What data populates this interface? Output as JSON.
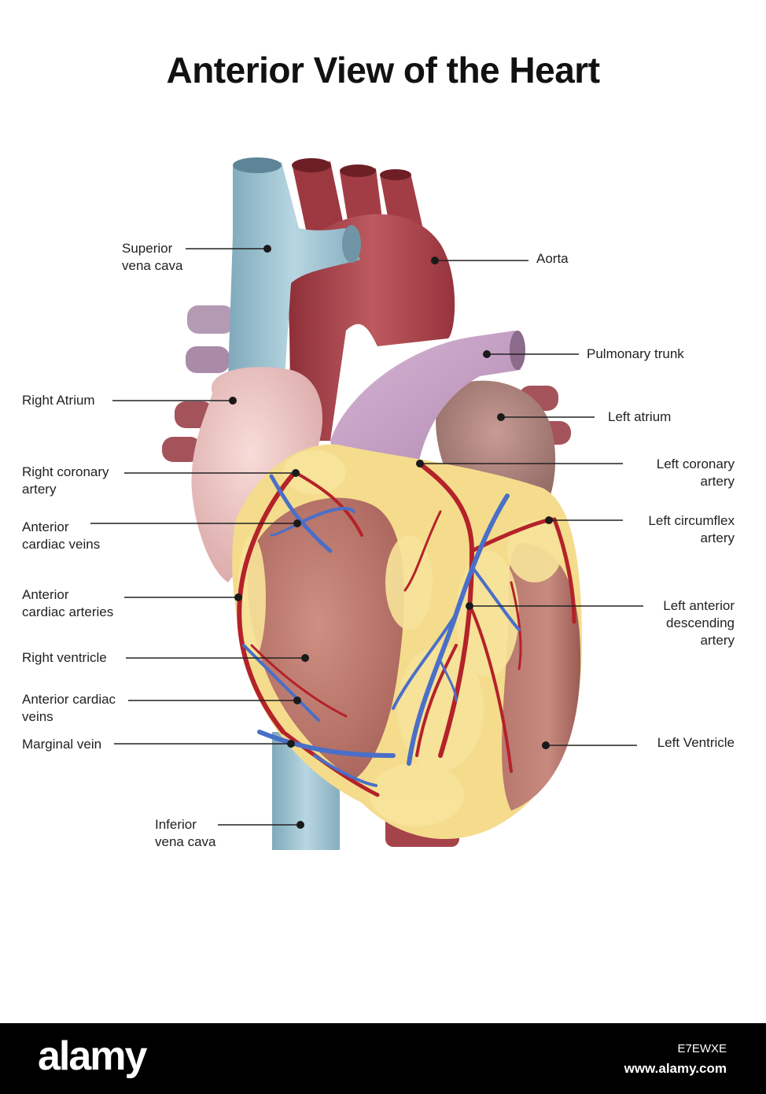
{
  "title": "Anterior View of the Heart",
  "labels": {
    "superior_vena_cava": [
      "Superior",
      "vena cava"
    ],
    "aorta": [
      "Aorta"
    ],
    "pulmonary_trunk": [
      "Pulmonary trunk"
    ],
    "right_atrium": [
      "Right Atrium"
    ],
    "left_atrium": [
      "Left atrium"
    ],
    "right_coronary_artery": [
      "Right coronary",
      "artery"
    ],
    "left_coronary_artery": [
      "Left coronary",
      "artery"
    ],
    "anterior_cardiac_veins_top": [
      "Anterior",
      "cardiac veins"
    ],
    "left_circumflex_artery": [
      "Left circumflex",
      "artery"
    ],
    "anterior_cardiac_arteries": [
      "Anterior",
      "cardiac arteries"
    ],
    "left_anterior_descending_artery": [
      "Left anterior",
      "descending",
      "artery"
    ],
    "right_ventricle": [
      "Right ventricle"
    ],
    "anterior_cardiac_veins_bottom": [
      "Anterior cardiac",
      "veins"
    ],
    "marginal_vein": [
      "Marginal vein"
    ],
    "left_ventricle": [
      "Left Ventricle"
    ],
    "inferior_vena_cava": [
      "Inferior",
      "vena cava"
    ]
  },
  "colors": {
    "vena_cava": "#9fc4d2",
    "aorta": "#a8404a",
    "pulmonary": "#c9a3c7",
    "atrium": "#f0c9c6",
    "myocardium": "#c57f74",
    "fat": "#f6e08f",
    "artery": "#b4222a",
    "vein": "#4a6fc8",
    "leader": "#222222",
    "footer_bg": "#000000"
  },
  "footer": {
    "brand": "alamy",
    "image_id": "E7EWXE",
    "url": "www.alamy.com"
  }
}
